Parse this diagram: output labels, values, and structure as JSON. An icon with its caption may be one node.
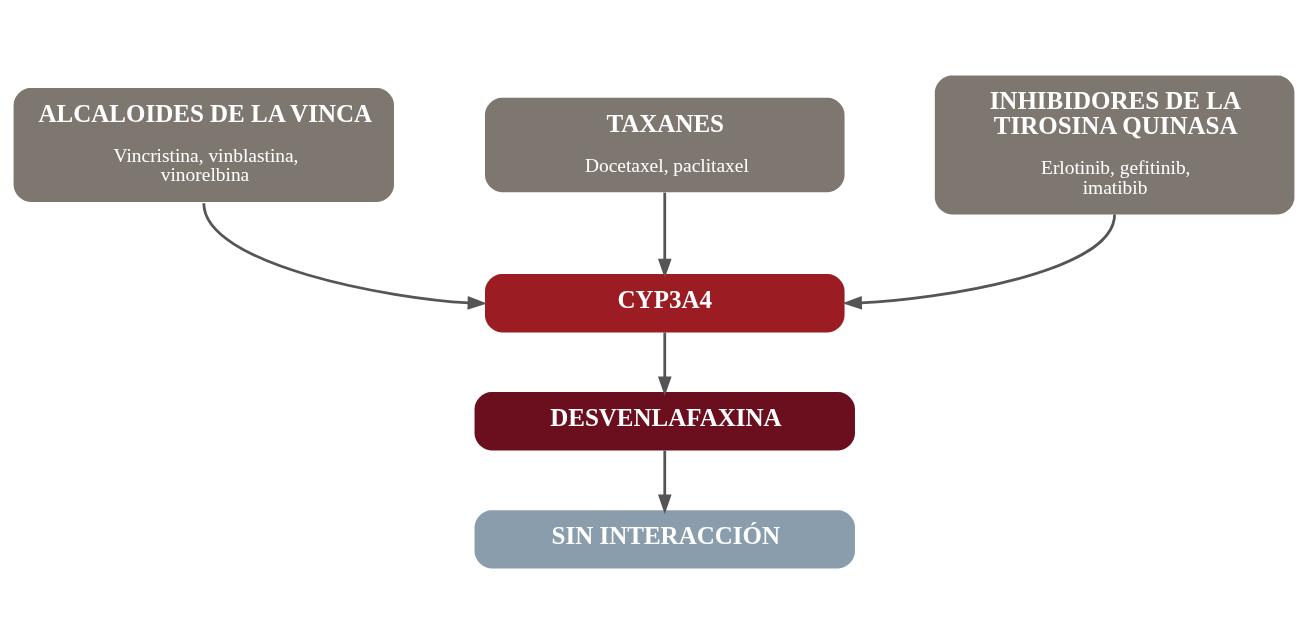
{
  "diagram": {
    "nodes": [
      {
        "text": [
          "ALCALOIDES DE LA VINCA",
          "Vincristina, vinblastina, vinorelbina"
        ]
      },
      {
        "text": [
          "TAXANES",
          "Docetaxel, paclitaxel"
        ]
      },
      {
        "text": [
          "INHIBIDORES DE LA TIROSINA QUINASA",
          "Erlotinib, gefitinib, imatibib"
        ]
      },
      {
        "text": [
          "CYP3A4"
        ]
      },
      {
        "text": [
          "DESVENLAFAXINA"
        ]
      },
      {
        "text": [
          "SIN INTERACCIÓN"
        ]
      }
    ],
    "edges": [
      {
        "from": 0,
        "to": 3,
        "arrow": "to"
      },
      {
        "from": 1,
        "to": 3,
        "arrow": "to"
      },
      {
        "from": 2,
        "to": 3,
        "arrow": "to"
      },
      {
        "from": 3,
        "to": 4,
        "arrow": "to"
      },
      {
        "from": 4,
        "to": 5,
        "arrow": "to"
      }
    ]
  }
}
